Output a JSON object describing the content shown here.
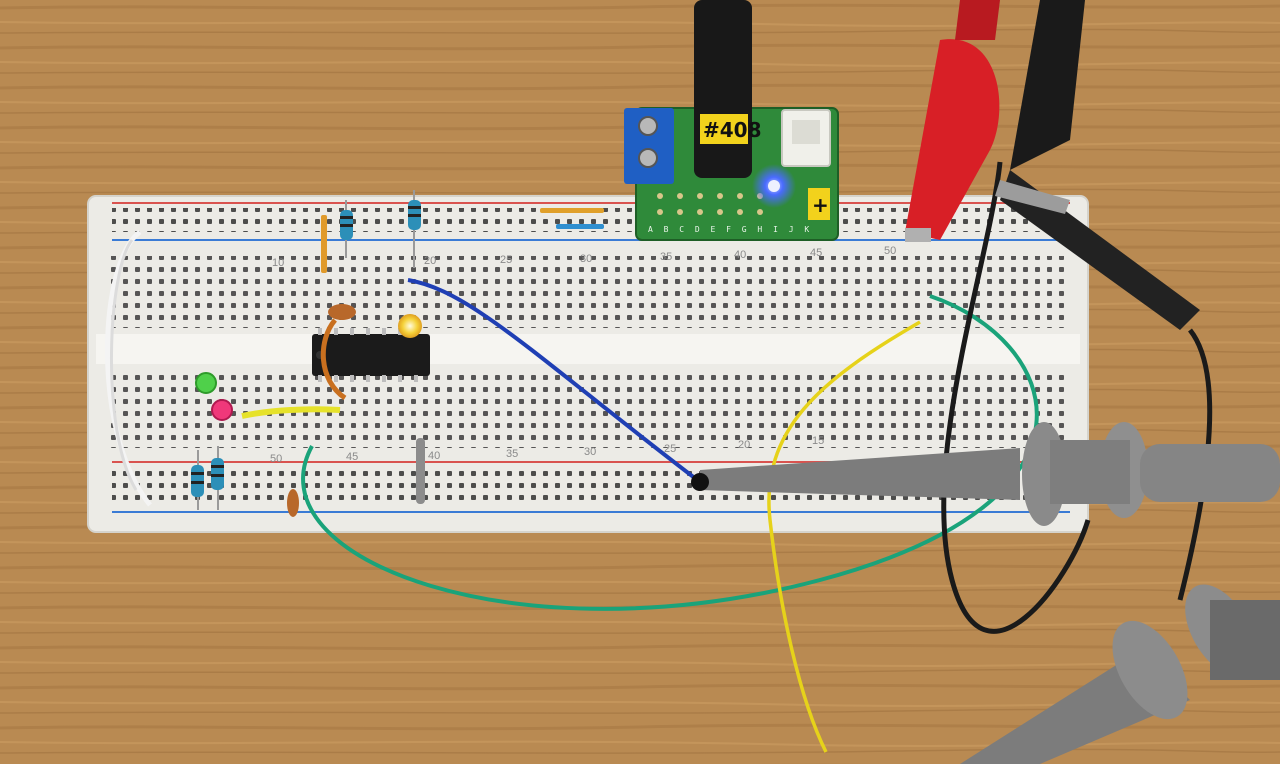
{
  "module_label": "#408",
  "module_letters": "A B C D E F G H I J K",
  "row_numbers_top": [
    "10",
    "20",
    "25",
    "30",
    "35",
    "40",
    "45",
    "50"
  ],
  "row_numbers_bottom": [
    "50",
    "45",
    "40",
    "35",
    "30",
    "25",
    "20",
    "15"
  ],
  "pcb_polarity": "+",
  "colors": {
    "wood": "#b98a52",
    "breadboard": "#ecebe6",
    "rail_red": "#d9534f",
    "rail_blue": "#3a7bd5",
    "wire_blue": "#1f3fb4",
    "wire_green": "#1aa37a",
    "wire_yellow": "#e6d21a",
    "probe_gray": "#7c7c7c",
    "clip_red": "#d81f26",
    "pcb_green": "#2f8a3a",
    "led_blue": "#3e5bff"
  }
}
